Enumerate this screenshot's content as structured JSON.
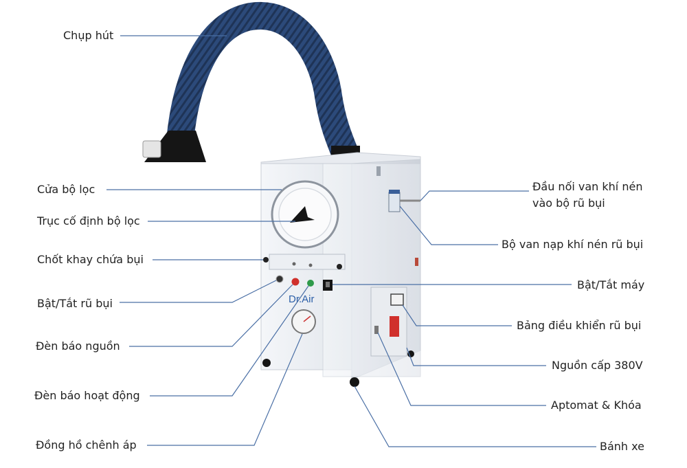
{
  "labels": {
    "hood": "Chụp hút",
    "filter_door": "Cửa bộ lọc",
    "filter_shaft": "Trục cố định bộ lọc",
    "dust_tray_latch": "Chốt khay chứa bụi",
    "dust_shake_toggle": "Bật/Tắt rũ bụi",
    "power_light": "Đèn báo nguồn",
    "run_light": "Đèn báo hoạt động",
    "pressure_gauge": "Đồng hồ chênh áp",
    "air_connector_line1": "Đầu nối van khí nén",
    "air_connector_line2": "vào bộ rũ bụi",
    "air_valve": "Bộ van nạp khí nén rũ bụi",
    "machine_toggle": "Bật/Tắt máy",
    "control_panel": "Bảng điều khiển rũ bụi",
    "power_supply": "Nguồn cấp 380V",
    "breaker": "Aptomat & Khóa",
    "wheels": "Bánh xe"
  },
  "brand": {
    "logo": "Dr.Air"
  },
  "colors": {
    "hose": "#2c4a7a",
    "hose_dark": "#1e3356",
    "cabinet": "#eef0f3",
    "cabinet_edge": "#c9ced6",
    "leader": "#4a6fa5",
    "red_light": "#d0302c",
    "green_light": "#2e9a4a",
    "black": "#151515"
  }
}
